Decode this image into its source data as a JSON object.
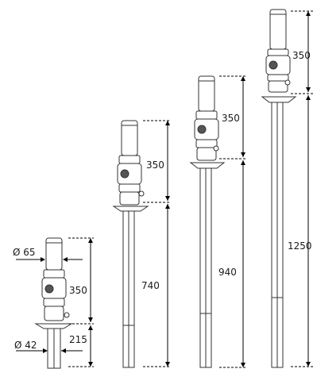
{
  "diagram": {
    "colors": {
      "line": "#000000",
      "outline": "#333333",
      "text": "#1a1a1a"
    },
    "pumps": [
      {
        "id": "pump-215",
        "labels": {
          "diameter_top": "Ø 65",
          "motor_height": "350",
          "tube_length": "215",
          "diameter_tube": "Ø 42"
        }
      },
      {
        "id": "pump-740",
        "labels": {
          "motor_height": "350",
          "tube_length": "740"
        }
      },
      {
        "id": "pump-940",
        "labels": {
          "motor_height": "350",
          "tube_length": "940"
        }
      },
      {
        "id": "pump-1250",
        "labels": {
          "motor_height": "350",
          "tube_length": "1250"
        }
      }
    ]
  }
}
